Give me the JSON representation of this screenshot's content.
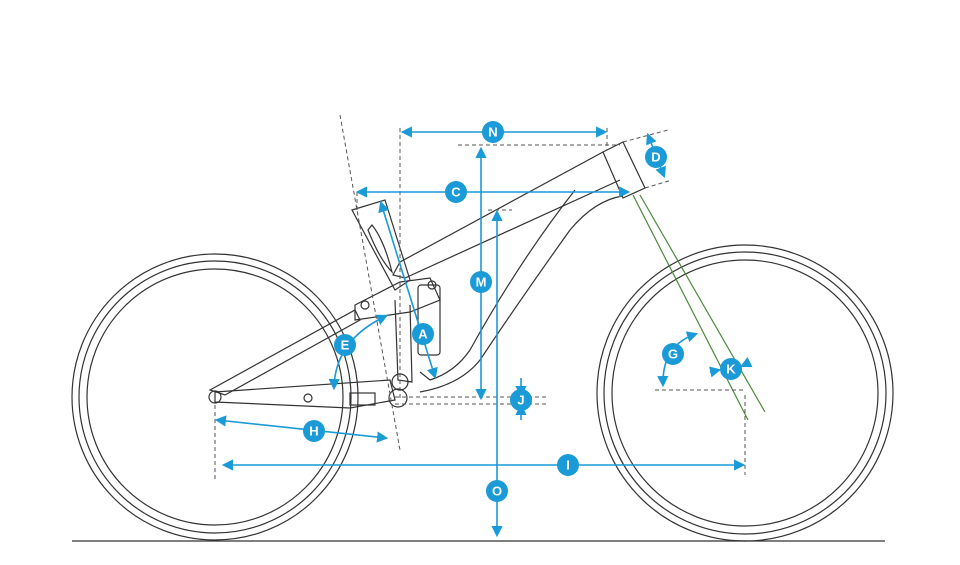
{
  "diagram": {
    "title_hidden": null,
    "accent_color": "#1a9ad6",
    "fork_color": "#4a8a3a",
    "labels": {
      "N": "N",
      "D": "D",
      "C": "C",
      "M": "M",
      "A": "A",
      "E": "E",
      "G": "G",
      "K": "K",
      "J": "J",
      "H": "H",
      "I": "I",
      "O": "O"
    }
  }
}
